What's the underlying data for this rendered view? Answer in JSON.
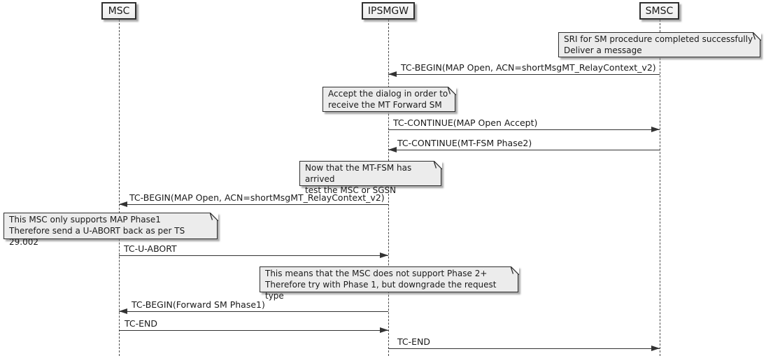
{
  "colors": {
    "background": "#FFFFFF",
    "participant_fill": "#F3F3F3",
    "note_fill": "#ECECEC",
    "border": "#2E2E2E",
    "line": "#333333",
    "text": "#1A1A1A"
  },
  "diagram": {
    "participants": [
      {
        "name": "MSC"
      },
      {
        "name": "IPSMGW"
      },
      {
        "name": "SMSC"
      }
    ],
    "notes": [
      {
        "text": "SRI for SM procedure completed successfully\nDeliver a message"
      },
      {
        "text": "Accept the dialog in order to\nreceive the MT Forward SM"
      },
      {
        "text": "Now that the MT-FSM has arrived\ntest the MSC or SGSN"
      },
      {
        "text": "This MSC only supports MAP Phase1\nTherefore send a U-ABORT back as per TS 29.002"
      },
      {
        "text": "This means that the MSC does not support Phase 2+\nTherefore try with Phase 1, but downgrade the request type"
      }
    ],
    "messages": [
      {
        "label": "TC-BEGIN(MAP Open, ACN=shortMsgMT_RelayContext_v2)",
        "from": "SMSC",
        "to": "IPSMGW"
      },
      {
        "label": "TC-CONTINUE(MAP Open Accept)",
        "from": "IPSMGW",
        "to": "SMSC"
      },
      {
        "label": "TC-CONTINUE(MT-FSM Phase2)",
        "from": "SMSC",
        "to": "IPSMGW"
      },
      {
        "label": "TC-BEGIN(MAP Open, ACN=shortMsgMT_RelayContext_v2)",
        "from": "IPSMGW",
        "to": "MSC"
      },
      {
        "label": "TC-U-ABORT",
        "from": "MSC",
        "to": "IPSMGW"
      },
      {
        "label": "TC-BEGIN(Forward SM Phase1)",
        "from": "IPSMGW",
        "to": "MSC"
      },
      {
        "label": "TC-END",
        "from": "MSC",
        "to": "IPSMGW"
      },
      {
        "label": "TC-END",
        "from": "IPSMGW",
        "to": "SMSC"
      }
    ]
  }
}
